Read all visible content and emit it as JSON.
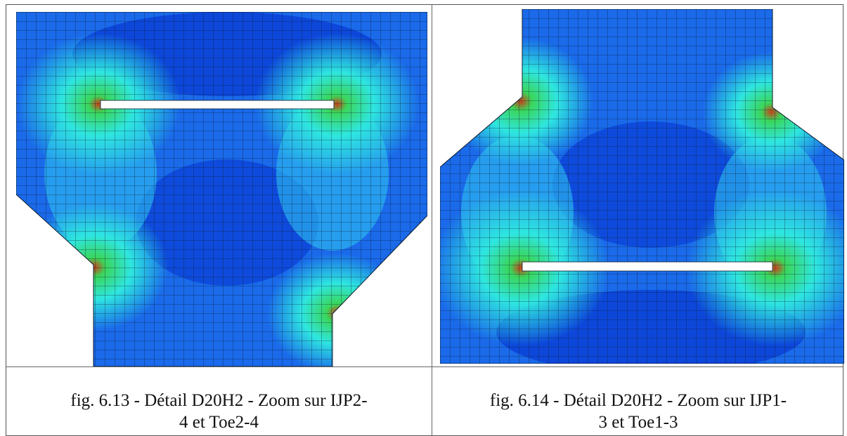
{
  "figures": [
    {
      "id": "6.13",
      "caption_line1": "fig. 6.13 - Détail D20H2 - Zoom sur IJP2-",
      "caption_line2": "4 et Toe2-4"
    },
    {
      "id": "6.14",
      "caption_line1": "fig. 6.14 - Détail D20H2 - Zoom sur IJP1-",
      "caption_line2": "3 et Toe1-3"
    }
  ],
  "colors": {
    "mesh_line": "#0b1a2e",
    "deep_blue": "#0a3fd6",
    "mid_blue": "#1f7af0",
    "cyan": "#2ee6e0",
    "green": "#3ad65a",
    "red": "#c8401a"
  }
}
